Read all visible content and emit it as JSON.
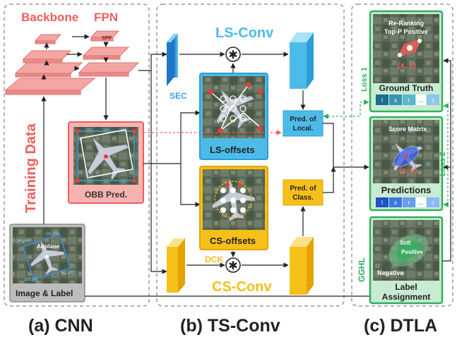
{
  "panels": {
    "cnn": {
      "caption": "(a) CNN",
      "backbone_label": "Backbone",
      "fpn_label": "FPN",
      "spp_label": "SPP",
      "training_data_label": "Training Data",
      "obb_label": "OBB Pred.",
      "image_label": "Image & Label",
      "image_class_label": "Airplane",
      "corner_labels": [
        "(x1,y1)",
        "(x2,y2)",
        "(x3,y3)",
        "(x4,y4)"
      ]
    },
    "tsconv": {
      "caption": "(b) TS-Conv",
      "ls_conv_label": "LS-Conv",
      "cs_conv_label": "CS-Conv",
      "sec_label": "SEC",
      "dck_label": "DCK",
      "ls_offsets_label": "LS-offsets",
      "cs_offsets_label": "CS-offsets",
      "pred_local_label": [
        "Pred. of",
        "Local."
      ],
      "pred_class_label": [
        "Pred. of",
        "Class."
      ],
      "conv_symbol": "✱"
    },
    "dtla": {
      "caption": "(c) DTLA",
      "reranking_label": [
        "Re-Ranking",
        "Top-P Positive"
      ],
      "gt_coord_label": "(x, y)",
      "ground_truth_label": "Ground Truth",
      "score_matrix_label": "Score Matrix",
      "pred_coord_label": "(x, y)",
      "predictions_label": "Predictions",
      "label_assignment_label": [
        "Label",
        "Assignment"
      ],
      "soft_label": "Soft",
      "positive_label": "Positive",
      "negative_label": "Negative",
      "loss1_label": "Loss 1",
      "loss2_label": "Loss 2",
      "gghl_label": "GGHL",
      "vector_cells": [
        "I",
        "s",
        "r",
        "...",
        "c"
      ],
      "vector_cell_subs": [
        "s",
        "n",
        "",
        "",
        ""
      ]
    }
  },
  "colors": {
    "salmon": "#f08a86",
    "salmon_light": "#fbd0ce",
    "blue": "#4dbbe8",
    "blue_dark": "#1e74c6",
    "yellow": "#f6c01a",
    "yellow_dark": "#e5a300",
    "green": "#2fb05c",
    "green_light": "#c8ebd2",
    "cnn_red": "#ef5d5d",
    "gray_box": "#8c8c8c"
  }
}
